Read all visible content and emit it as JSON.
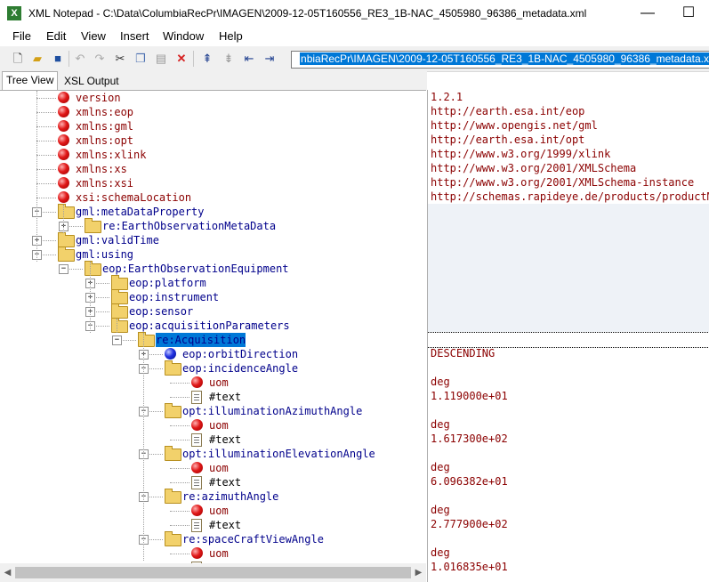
{
  "window": {
    "title": "XML Notepad - C:\\Data\\ColumbiaRecPr\\IMAGEN\\2009-12-05T160556_RE3_1B-NAC_4505980_96386_metadata.xml",
    "app_icon_letter": "X",
    "minimize": "—",
    "maximize": "☐"
  },
  "menu": [
    "File",
    "Edit",
    "View",
    "Insert",
    "Window",
    "Help"
  ],
  "toolbar": {
    "icons": [
      "new-file-icon",
      "open-folder-icon",
      "save-icon",
      "undo-icon",
      "redo-icon",
      "cut-icon",
      "copy-icon",
      "paste-icon",
      "delete-icon",
      "nudge-up-icon",
      "nudge-down-icon",
      "nudge-left-icon",
      "nudge-right-icon"
    ],
    "location_text": "nbiaRecPr\\IMAGEN\\2009-12-05T160556_RE3_1B-NAC_4505980_96386_metadata.x"
  },
  "tabs": [
    "Tree View",
    "XSL Output"
  ],
  "tree": [
    {
      "label": "version",
      "type": "attr",
      "depth": 0,
      "value": "1.2.1"
    },
    {
      "label": "xmlns:eop",
      "type": "attr",
      "depth": 0,
      "value": "http://earth.esa.int/eop"
    },
    {
      "label": "xmlns:gml",
      "type": "attr",
      "depth": 0,
      "value": "http://www.opengis.net/gml"
    },
    {
      "label": "xmlns:opt",
      "type": "attr",
      "depth": 0,
      "value": "http://earth.esa.int/opt"
    },
    {
      "label": "xmlns:xlink",
      "type": "attr",
      "depth": 0,
      "value": "http://www.w3.org/1999/xlink"
    },
    {
      "label": "xmlns:xs",
      "type": "attr",
      "depth": 0,
      "value": "http://www.w3.org/2001/XMLSchema"
    },
    {
      "label": "xmlns:xsi",
      "type": "attr",
      "depth": 0,
      "value": "http://www.w3.org/2001/XMLSchema-instance"
    },
    {
      "label": "xsi:schemaLocation",
      "type": "attr",
      "depth": 0,
      "value": "http://schemas.rapideye.de/products/productMetadataSensor"
    },
    {
      "label": "gml:metaDataProperty",
      "type": "folder",
      "depth": 0,
      "exp": "-",
      "value": ""
    },
    {
      "label": "re:EarthObservationMetaData",
      "type": "folder",
      "depth": 1,
      "exp": "+",
      "value": ""
    },
    {
      "label": "gml:validTime",
      "type": "folder",
      "depth": 0,
      "exp": "+",
      "value": ""
    },
    {
      "label": "gml:using",
      "type": "folder",
      "depth": 0,
      "exp": "-",
      "value": ""
    },
    {
      "label": "eop:EarthObservationEquipment",
      "type": "folder",
      "depth": 1,
      "exp": "-",
      "value": ""
    },
    {
      "label": "eop:platform",
      "type": "folder",
      "depth": 2,
      "exp": "+",
      "value": ""
    },
    {
      "label": "eop:instrument",
      "type": "folder",
      "depth": 2,
      "exp": "+",
      "value": ""
    },
    {
      "label": "eop:sensor",
      "type": "folder",
      "depth": 2,
      "exp": "+",
      "value": ""
    },
    {
      "label": "eop:acquisitionParameters",
      "type": "folder",
      "depth": 2,
      "exp": "-",
      "value": ""
    },
    {
      "label": "re:Acquisition",
      "type": "folder",
      "depth": 3,
      "exp": "-",
      "value": "",
      "selected": true
    },
    {
      "label": "eop:orbitDirection",
      "type": "blue",
      "depth": 4,
      "exp": "+",
      "value": "DESCENDING"
    },
    {
      "label": "eop:incidenceAngle",
      "type": "folder",
      "depth": 4,
      "exp": "-",
      "value": ""
    },
    {
      "label": "uom",
      "type": "attr",
      "depth": 5,
      "value": "deg"
    },
    {
      "label": "#text",
      "type": "text",
      "depth": 5,
      "value": "1.119000e+01"
    },
    {
      "label": "opt:illuminationAzimuthAngle",
      "type": "folder",
      "depth": 4,
      "exp": "-",
      "value": ""
    },
    {
      "label": "uom",
      "type": "attr",
      "depth": 5,
      "value": "deg"
    },
    {
      "label": "#text",
      "type": "text",
      "depth": 5,
      "value": "1.617300e+02"
    },
    {
      "label": "opt:illuminationElevationAngle",
      "type": "folder",
      "depth": 4,
      "exp": "-",
      "value": ""
    },
    {
      "label": "uom",
      "type": "attr",
      "depth": 5,
      "value": "deg"
    },
    {
      "label": "#text",
      "type": "text",
      "depth": 5,
      "value": "6.096382e+01"
    },
    {
      "label": "re:azimuthAngle",
      "type": "folder",
      "depth": 4,
      "exp": "-",
      "value": ""
    },
    {
      "label": "uom",
      "type": "attr",
      "depth": 5,
      "value": "deg"
    },
    {
      "label": "#text",
      "type": "text",
      "depth": 5,
      "value": "2.777900e+02"
    },
    {
      "label": "re:spaceCraftViewAngle",
      "type": "folder",
      "depth": 4,
      "exp": "-",
      "value": ""
    },
    {
      "label": "uom",
      "type": "attr",
      "depth": 5,
      "value": "deg"
    },
    {
      "label": "#text",
      "type": "text",
      "depth": 5,
      "value": "1.016835e+01"
    }
  ],
  "colors": {
    "attr": "#8b0000",
    "element": "#00008b",
    "selection": "#0078d7"
  }
}
